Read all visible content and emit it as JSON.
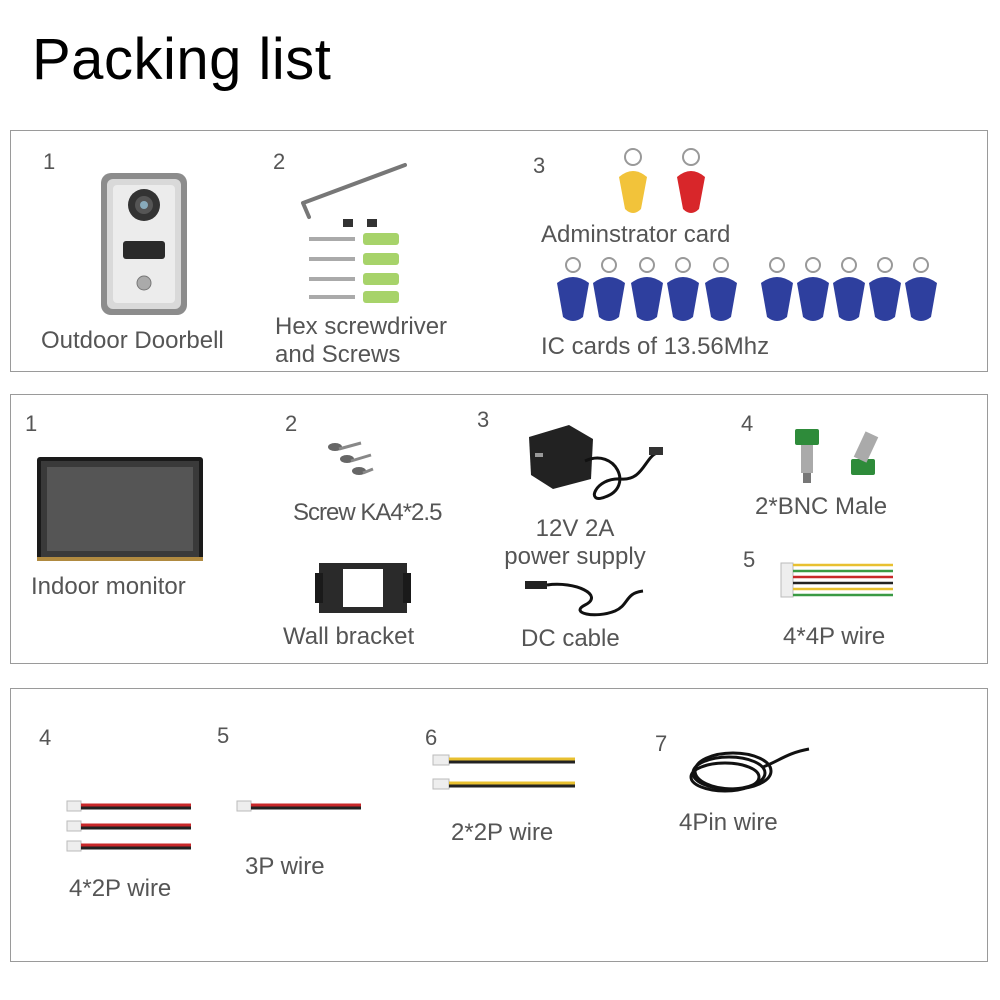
{
  "page": {
    "title": "Packing list"
  },
  "outdoor": {
    "n1": "1",
    "doorbell": "Outdoor Doorbell",
    "n2": "2",
    "hex_line1": "Hex screwdriver",
    "hex_line2": "and Screws",
    "n3": "3",
    "admin_card": "Adminstrator card",
    "ic_cards": "IC cards of 13.56Mhz"
  },
  "indoor": {
    "n1": "1",
    "monitor": "Indoor monitor",
    "n2": "2",
    "screw": "Screw KA4*2.5",
    "bracket": "Wall bracket",
    "n3": "3",
    "power_line1": "12V 2A",
    "power_line2": "power supply",
    "dc_cable": "DC cable",
    "n4": "4",
    "bnc": "2*BNC Male",
    "n5": "5",
    "wire_4p": "4*4P wire"
  },
  "cables": {
    "n4": "4",
    "wire_4x2p": "4*2P wire",
    "n5": "5",
    "wire_3p": "3P wire",
    "n6": "6",
    "wire_2x2p": "2*2P wire",
    "n7": "7",
    "wire_4pin": "4Pin wire"
  },
  "colors": {
    "card_yellow": "#f2c33a",
    "card_red": "#d8262a",
    "card_blue": "#2e3f9e",
    "wire_red": "#c8282a",
    "wire_yellow": "#e8c030"
  }
}
